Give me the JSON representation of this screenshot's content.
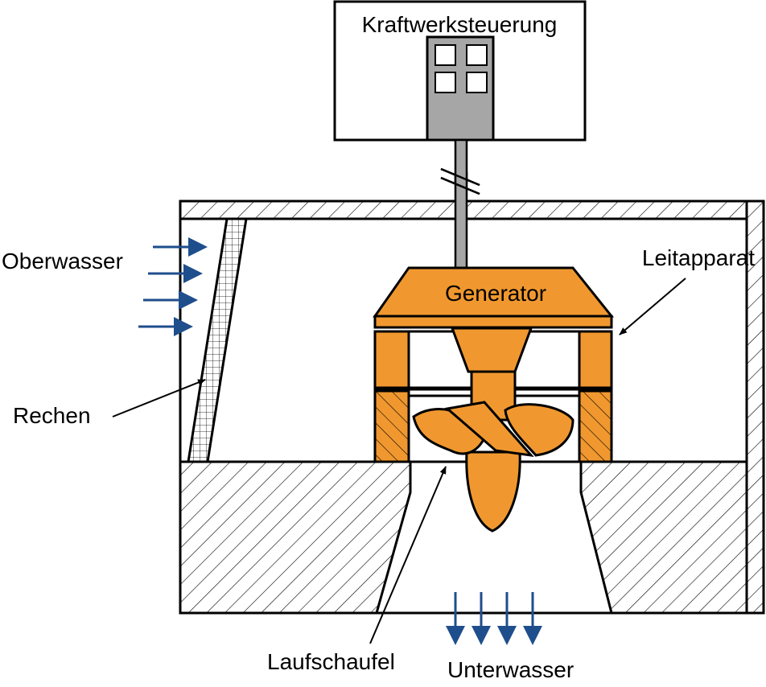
{
  "labels": {
    "control": "Kraftwerksteuerung",
    "generator": "Generator",
    "guide_apparatus": "Leitapparat",
    "headwater": "Oberwasser",
    "rake": "Rechen",
    "runner_blade": "Laufschaufel",
    "tailwater": "Unterwasser"
  },
  "colors": {
    "machine": "#F0982F",
    "water_arrow": "#1F4E8C",
    "control_unit": "#A6A6A6",
    "outline": "#000000"
  },
  "icons": {
    "flow_in": "arrow-right-icon",
    "flow_out": "arrow-down-icon",
    "control_panel": "control-panel-icon"
  }
}
